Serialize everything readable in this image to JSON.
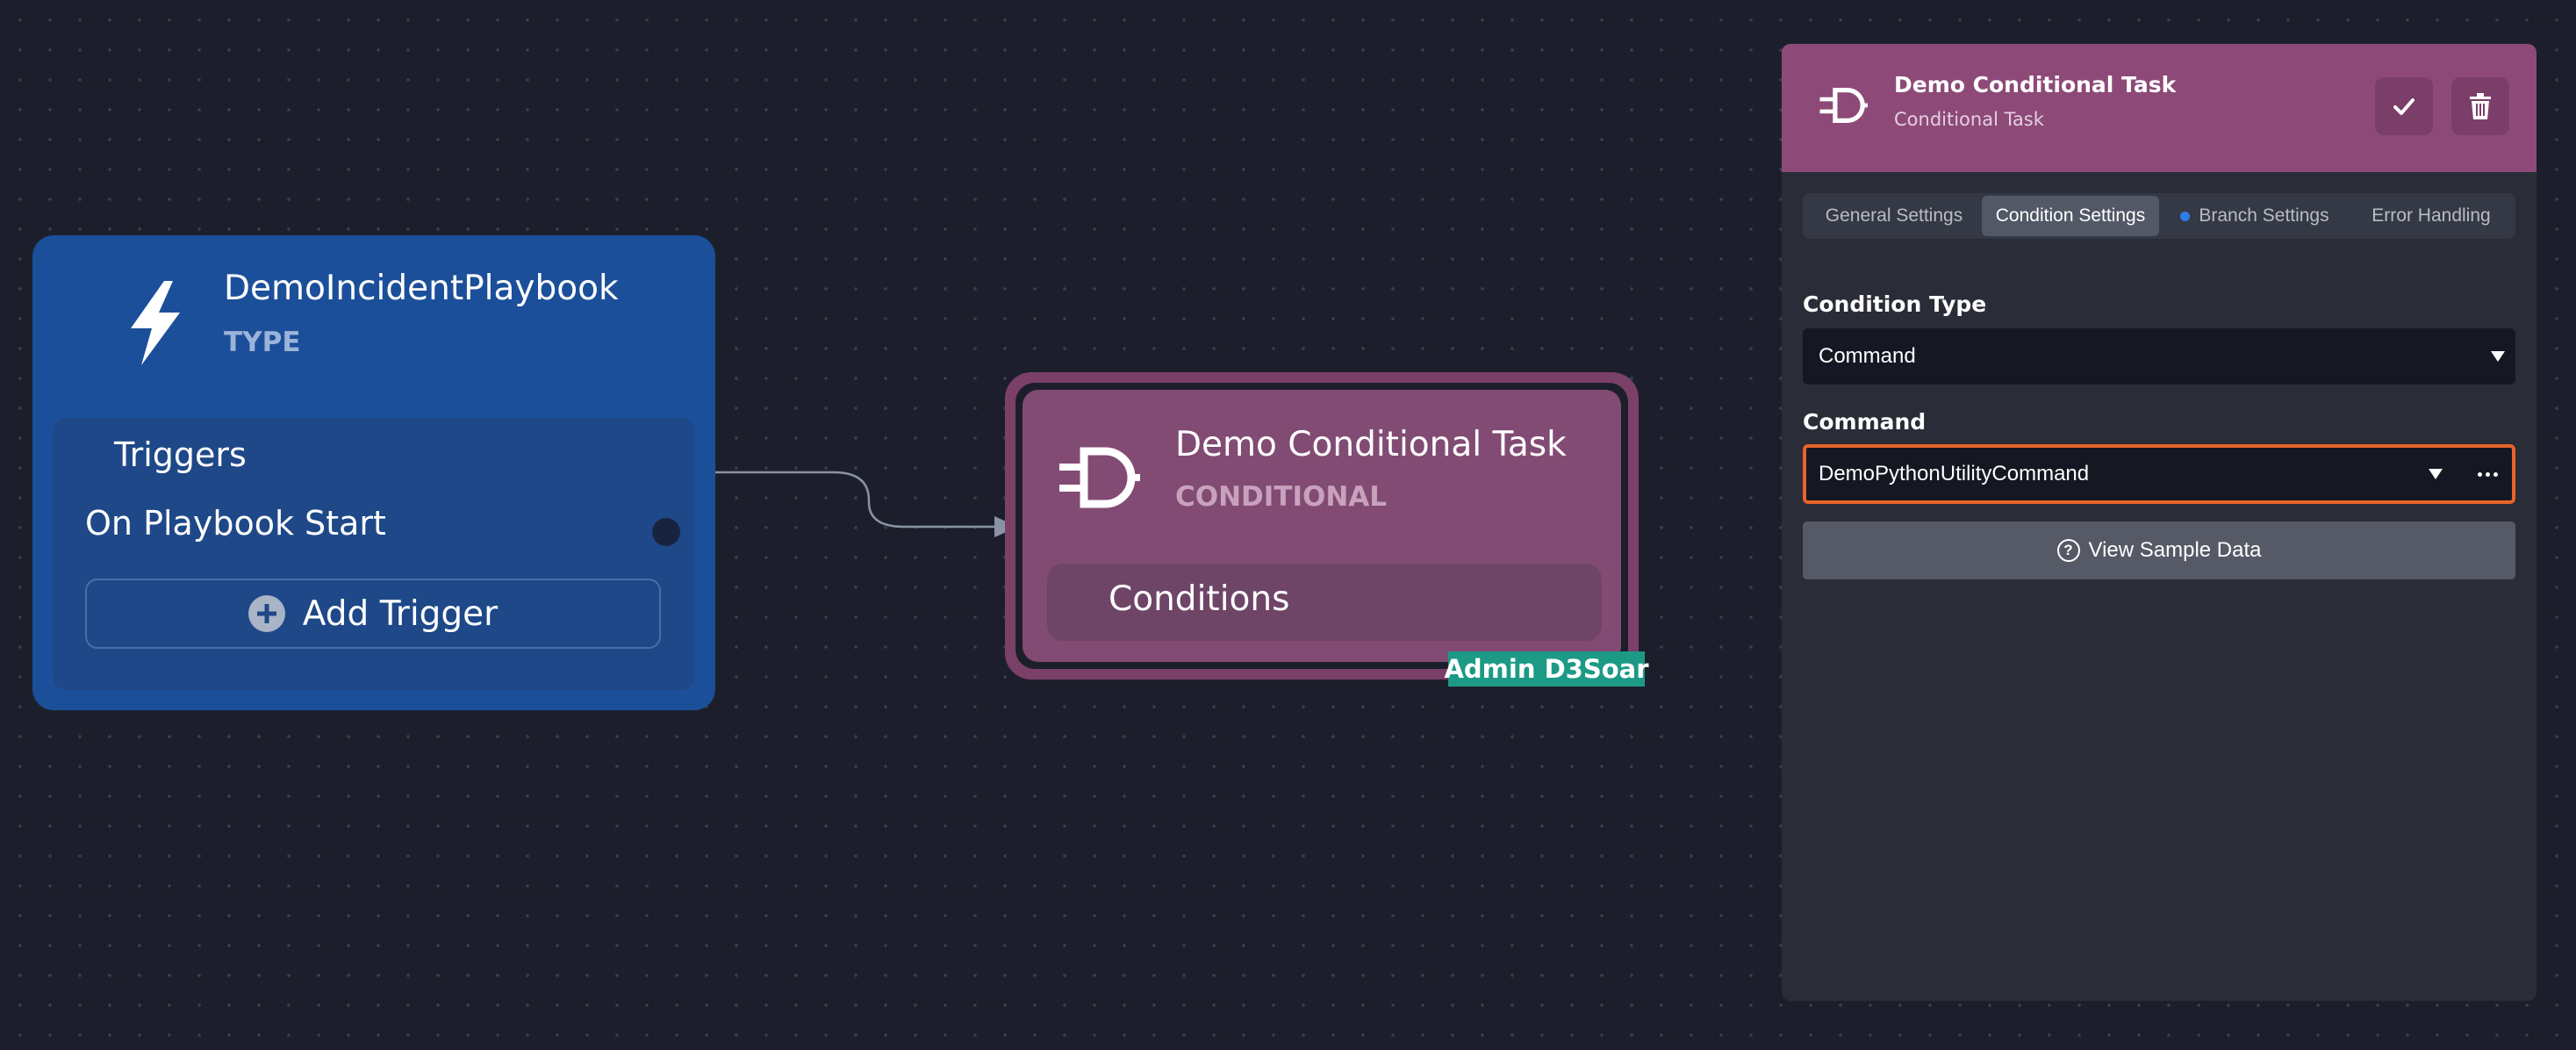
{
  "playbook_node": {
    "title": "DemoIncidentPlaybook",
    "type_label": "TYPE",
    "triggers_label": "Triggers",
    "trigger_item": "On Playbook Start",
    "add_trigger_label": "Add Trigger",
    "icon": "lightning-icon"
  },
  "conditional_node": {
    "title": "Demo Conditional Task",
    "type_label": "CONDITIONAL",
    "conditions_label": "Conditions",
    "icon": "plug-icon",
    "user_badge": "Admin D3Soar"
  },
  "panel": {
    "title": "Demo Conditional Task",
    "subtitle": "Conditional Task",
    "icon": "plug-icon",
    "tabs": [
      {
        "label": "General Settings",
        "active": false,
        "dot": false
      },
      {
        "label": "Condition Settings",
        "active": true,
        "dot": false
      },
      {
        "label": "Branch Settings",
        "active": false,
        "dot": true
      },
      {
        "label": "Error Handling",
        "active": false,
        "dot": false
      }
    ],
    "condition_type": {
      "label": "Condition Type",
      "value": "Command"
    },
    "command": {
      "label": "Command",
      "value": "DemoPythonUtilityCommand"
    },
    "sample_button": "View Sample Data"
  },
  "colors": {
    "canvas_bg": "#1c1f2b",
    "playbook_node": "#1b4f9a",
    "conditional_node": "#824b73",
    "panel_header": "#8d4a78",
    "focus_border": "#e8632a",
    "user_badge": "#1c9a86"
  }
}
